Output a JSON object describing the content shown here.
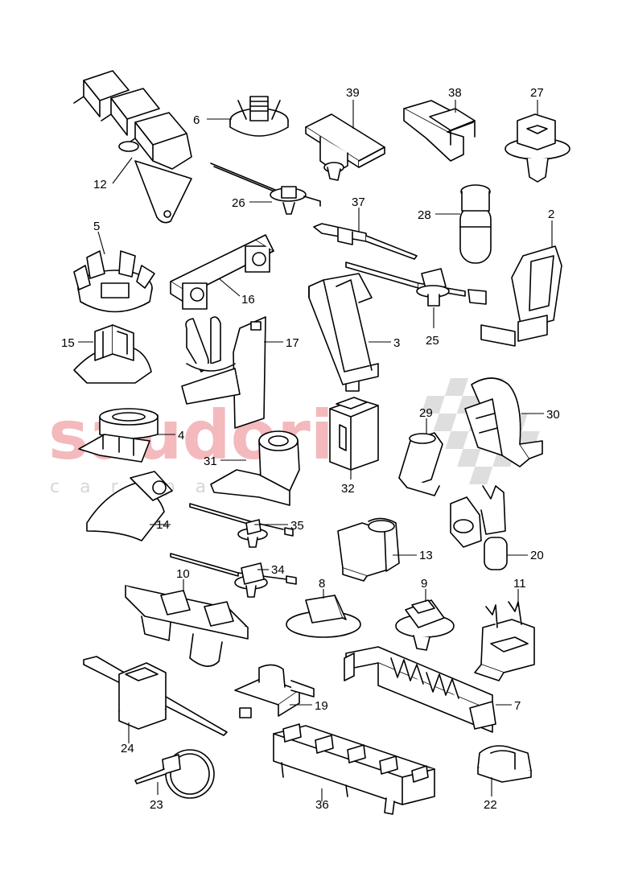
{
  "watermark": {
    "brand": "saudoria",
    "tagline": "car parts",
    "brand_color": "#f3b9bd",
    "tagline_color": "#d6d6d6"
  },
  "diagram": {
    "background": "#ffffff",
    "labels": [
      "12",
      "6",
      "39",
      "38",
      "27",
      "26",
      "37",
      "28",
      "2",
      "5",
      "16",
      "25",
      "15",
      "17",
      "3",
      "4",
      "30",
      "29",
      "31",
      "32",
      "14",
      "35",
      "13",
      "20",
      "34",
      "10",
      "8",
      "9",
      "11",
      "7",
      "19",
      "24",
      "23",
      "36",
      "22"
    ]
  }
}
